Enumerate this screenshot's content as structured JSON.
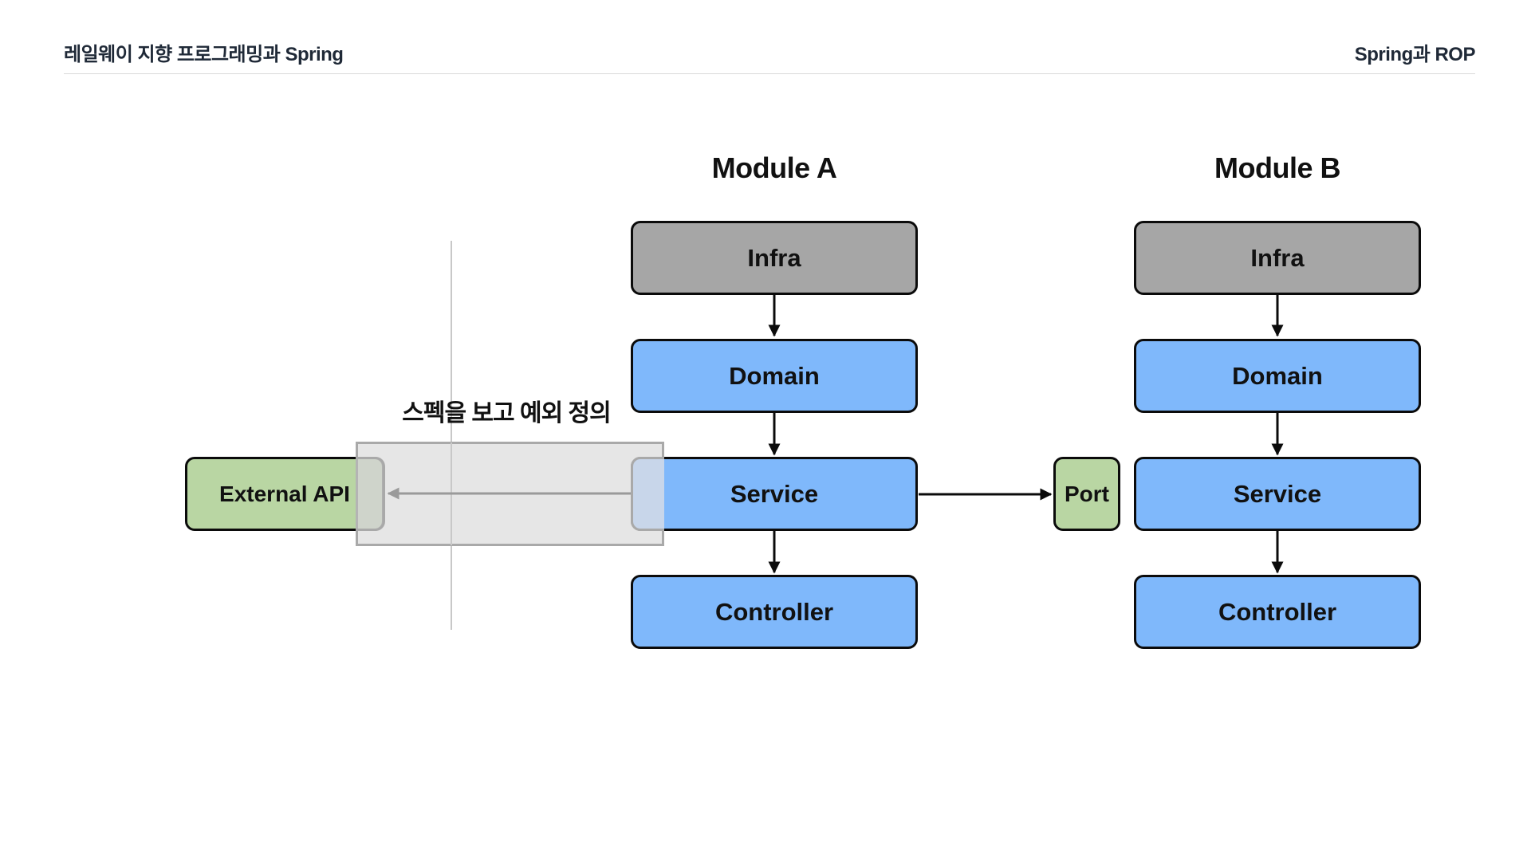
{
  "header": {
    "left_title": "레일웨이 지향 프로그래밍과 Spring",
    "right_title": "Spring과 ROP"
  },
  "diagram": {
    "caption": "스펙을 보고 예외 정의",
    "external_api": "External API",
    "port": "Port",
    "module_a": {
      "title": "Module A",
      "infra": "Infra",
      "domain": "Domain",
      "service": "Service",
      "controller": "Controller"
    },
    "module_b": {
      "title": "Module B",
      "infra": "Infra",
      "domain": "Domain",
      "service": "Service",
      "controller": "Controller"
    }
  },
  "colors": {
    "infra": "#a6a6a6",
    "layer": "#7fb8fb",
    "external": "#b9d6a3",
    "highlight": "#e6e6e6"
  }
}
